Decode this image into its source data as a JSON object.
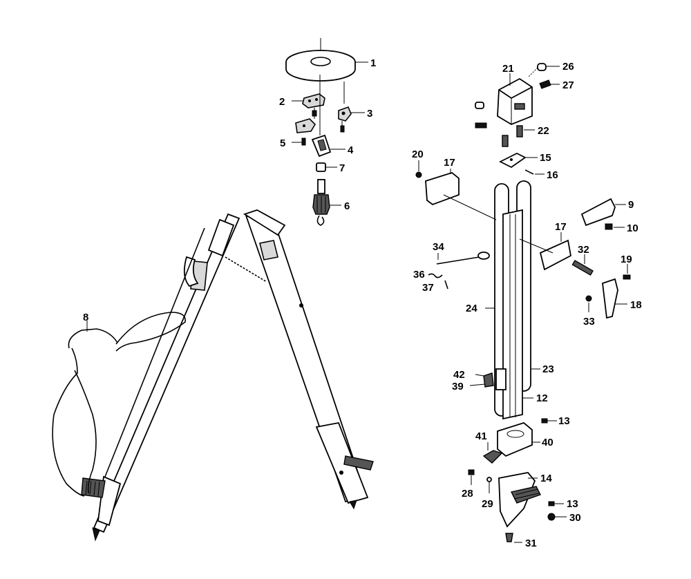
{
  "labels": {
    "p1": "1",
    "p2": "2",
    "p3": "3",
    "p4": "4",
    "p5": "5",
    "p6": "6",
    "p7": "7",
    "p8": "8",
    "p9": "9",
    "p10": "10",
    "p12": "12",
    "p13a": "13",
    "p13b": "13",
    "p14": "14",
    "p15": "15",
    "p16": "16",
    "p17a": "17",
    "p17b": "17",
    "p18": "18",
    "p19": "19",
    "p20": "20",
    "p21": "21",
    "p22": "22",
    "p23": "23",
    "p24": "24",
    "p26": "26",
    "p27": "27",
    "p28": "28",
    "p29": "29",
    "p30": "30",
    "p31": "31",
    "p32": "32",
    "p33": "33",
    "p34": "34",
    "p36": "36",
    "p37": "37",
    "p39": "39",
    "p40": "40",
    "p41": "41",
    "p42": "42"
  }
}
